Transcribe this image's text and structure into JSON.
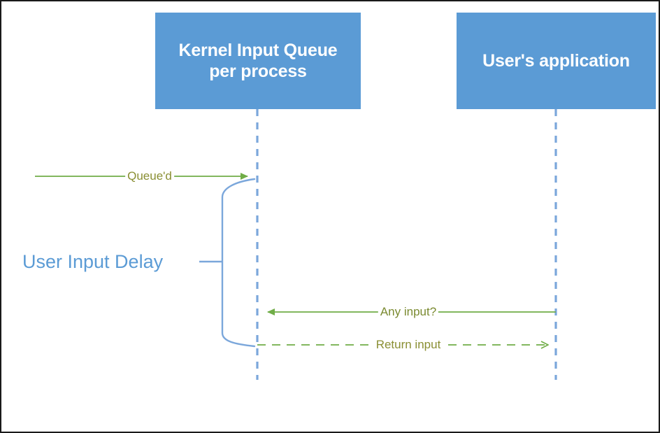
{
  "diagram": {
    "type": "sequence-diagram",
    "title": "User Input Delay sequence",
    "colors": {
      "actor_fill": "#5B9BD5",
      "actor_text": "#FFFFFF",
      "lifeline": "#7BA7DB",
      "message_line": "#70AD47",
      "message_text": "#7E8C2F",
      "annotation": "#5B9BD5",
      "frame_border": "#1A1A1A",
      "background": "#FFFFFF"
    },
    "actors": [
      {
        "id": "kernel-input-queue",
        "label": "Kernel Input Queue\nper process",
        "line1": "Kernel Input Queue",
        "line2": "per process"
      },
      {
        "id": "users-application",
        "label": "User's application",
        "line1": "User's application",
        "line2": ""
      }
    ],
    "messages": [
      {
        "id": "queued",
        "label": "Queue'd",
        "style": "solid",
        "arrow": "filled",
        "direction": "right",
        "from": "external",
        "to": "kernel-input-queue"
      },
      {
        "id": "any-input",
        "label": "Any input?",
        "style": "solid",
        "arrow": "filled",
        "direction": "left",
        "from": "users-application",
        "to": "kernel-input-queue"
      },
      {
        "id": "return-input",
        "label": "Return input",
        "style": "dashed",
        "arrow": "open",
        "direction": "right",
        "from": "kernel-input-queue",
        "to": "users-application"
      }
    ],
    "annotations": [
      {
        "id": "user-input-delay",
        "label": "User Input Delay",
        "kind": "brace-span"
      }
    ]
  }
}
